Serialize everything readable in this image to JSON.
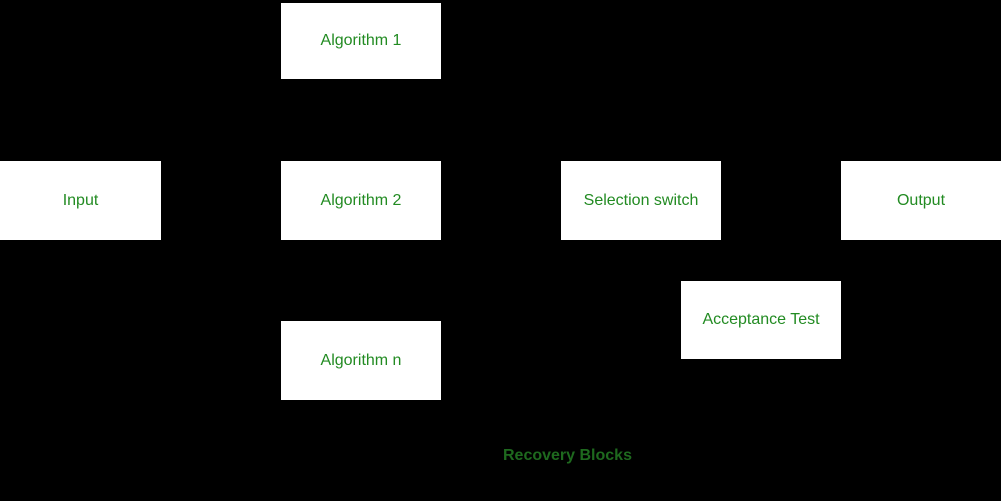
{
  "diagram": {
    "background_color": "#000000",
    "box_background_color": "#ffffff",
    "box_text_color": "#228B22",
    "caption_color": "#1E691E",
    "boxes": [
      {
        "id": "algorithm-1",
        "label": "Algorithm 1"
      },
      {
        "id": "input",
        "label": "Input"
      },
      {
        "id": "algorithm-2",
        "label": "Algorithm 2"
      },
      {
        "id": "selection-switch",
        "label": "Selection switch"
      },
      {
        "id": "output",
        "label": "Output"
      },
      {
        "id": "acceptance-test",
        "label": "Acceptance Test"
      },
      {
        "id": "algorithm-n",
        "label": "Algorithm n"
      }
    ],
    "caption": "Recovery Blocks"
  }
}
